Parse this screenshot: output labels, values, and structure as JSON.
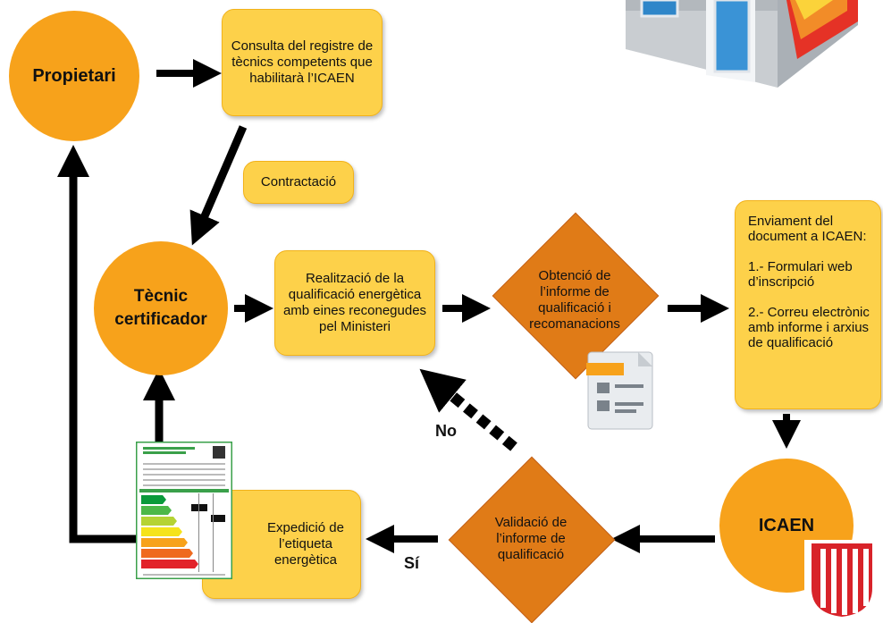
{
  "nodes": {
    "propietari": "Propietari",
    "consulta": "Consulta del registre de tècnics competents  que habilitarà l’ICAEN",
    "contractacio": "Contractació",
    "tecnic": "Tècnic certificador",
    "realitzacio": "Realització de la qualificació energètica amb eines reconegudes pel Ministeri",
    "obtencio": "Obtenció de l’informe de qualificació i recomanacions",
    "enviament_title": "Enviament del document a ICAEN:",
    "enviament_item1": "1.- Formulari web d’inscripció",
    "enviament_item2": "2.- Correu electrònic amb informe i arxius de qualificació",
    "icaen": "ICAEN",
    "validacio": "Validació de l’informe de qualificació",
    "expedicio": "Expedició de l’etiqueta energètica"
  },
  "labels": {
    "no": "No",
    "si": "Sí"
  },
  "colors": {
    "circle": "#f7a21b",
    "box": "#fdd14a",
    "diamond": "#e07b17"
  }
}
